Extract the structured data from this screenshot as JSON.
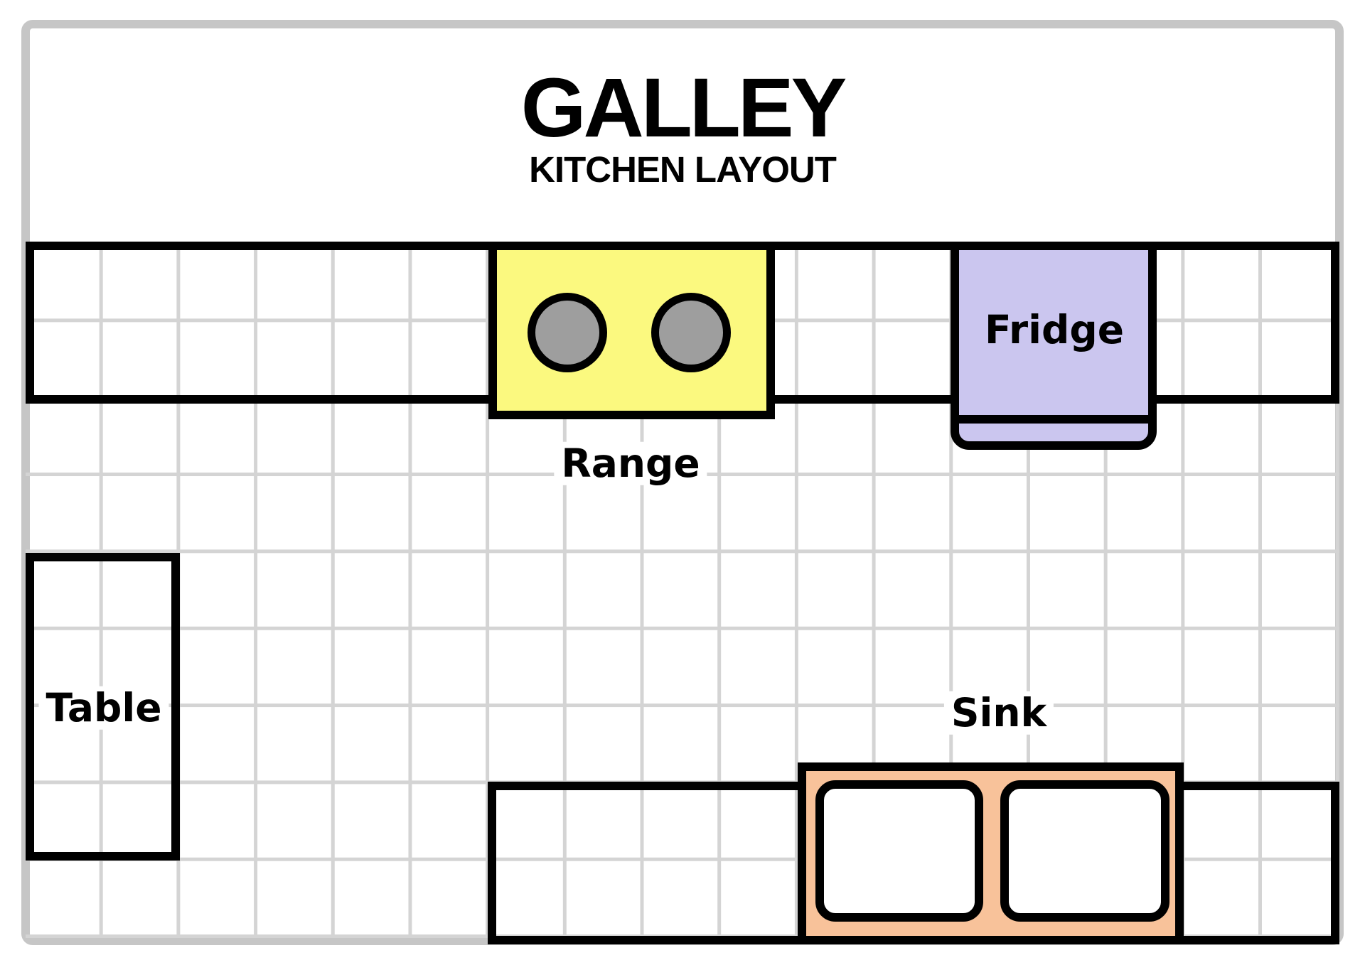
{
  "title": {
    "main": "GALLEY",
    "subtitle": "KITCHEN LAYOUT"
  },
  "plan": {
    "labels": {
      "range": "Range",
      "fridge": "Fridge",
      "table": "Table",
      "sink": "Sink"
    },
    "burner_count": 2,
    "basin_count": 2
  },
  "colors": {
    "range_fill": "#FBF97F",
    "burner_fill": "#9E9E9E",
    "fridge_fill": "#CBC6EF",
    "sink_fill": "#F8C29A",
    "basin_fill": "#FFFFFF",
    "outline": "#000000",
    "grid_line": "#D4D4D4",
    "frame": "#C6C6C6"
  }
}
